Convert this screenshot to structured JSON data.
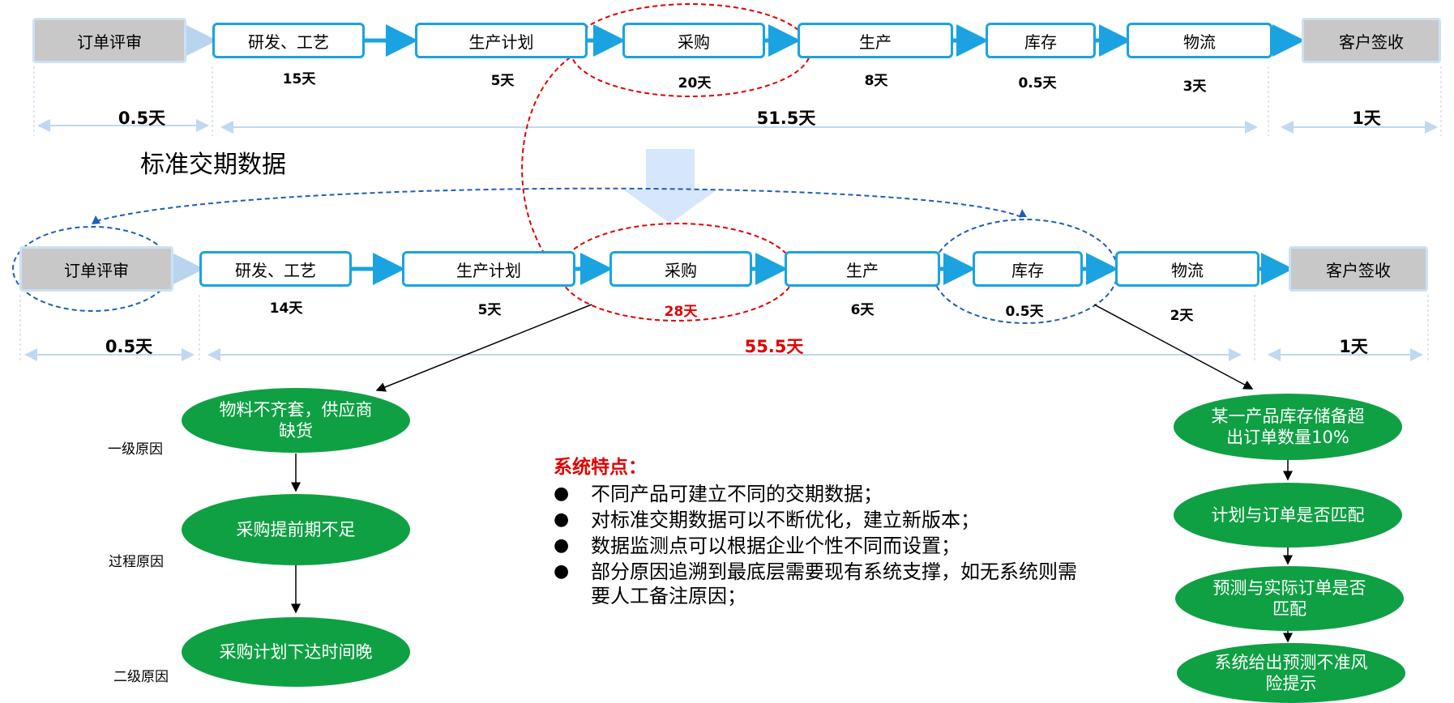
{
  "top_row": {
    "start": "订单评审",
    "steps": [
      {
        "label": "研发、工艺",
        "days": "15天"
      },
      {
        "label": "生产计划",
        "days": "5天"
      },
      {
        "label": "采购",
        "days": "20天"
      },
      {
        "label": "生产",
        "days": "8天"
      },
      {
        "label": "库存",
        "days": "0.5天"
      },
      {
        "label": "物流",
        "days": "3天"
      }
    ],
    "end": "客户签收",
    "span_start": "0.5天",
    "span_main": "51.5天",
    "span_end": "1天"
  },
  "heading": "标准交期数据",
  "bottom_row": {
    "start": "订单评审",
    "steps": [
      {
        "label": "研发、工艺",
        "days": "14天"
      },
      {
        "label": "生产计划",
        "days": "5天"
      },
      {
        "label": "采购",
        "days": "28天"
      },
      {
        "label": "生产",
        "days": "6天"
      },
      {
        "label": "库存",
        "days": "0.5天"
      },
      {
        "label": "物流",
        "days": "2天"
      }
    ],
    "end": "客户签收",
    "span_start": "0.5天",
    "span_main": "55.5天",
    "span_end": "1天"
  },
  "left_causes": {
    "nodes": [
      "物料不齐套，供应商缺货",
      "采购提前期不足",
      "采购计划下达时间晚"
    ],
    "levels": [
      "一级原因",
      "过程原因",
      "二级原因"
    ]
  },
  "right_causes": {
    "nodes": [
      "某一产品库存储备超出订单数量10%",
      "计划与订单是否匹配",
      "预测与实际订单是否匹配",
      "系统给出预测不准风险提示"
    ]
  },
  "features": {
    "title": "系统特点：",
    "items": [
      "不同产品可建立不同的交期数据；",
      "对标准交期数据可以不断优化，建立新版本；",
      "数据监测点可以根据企业个性不同而设置；",
      "部分原因追溯到最底层需要现有系统支撑，如无系统则需要人工备注原因；"
    ]
  },
  "colors": {
    "step_border": "#1aa3e0",
    "end_box": "#c8c8c8",
    "cause_node": "#0fa043",
    "highlight_red": "#e00000",
    "dashed_blue": "#1f5fb5"
  }
}
